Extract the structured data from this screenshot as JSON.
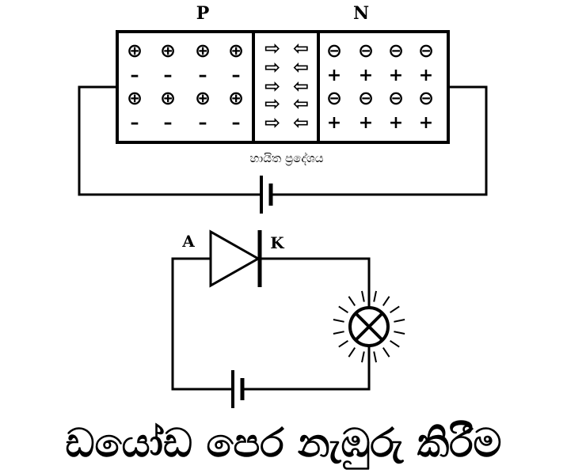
{
  "labels": {
    "p_region": "P",
    "n_region": "N",
    "depletion_region": "හායිත ප්‍රදේශය",
    "anode": "A",
    "cathode": "K"
  },
  "title": "ඩයෝඩ පෙර නැඹුරු කිරීම",
  "charges": {
    "p_ion": "⊕",
    "p_carrier": "–",
    "n_ion": "⊖",
    "n_carrier": "+",
    "arrow_right": "⇨",
    "arrow_left": "⇦"
  }
}
